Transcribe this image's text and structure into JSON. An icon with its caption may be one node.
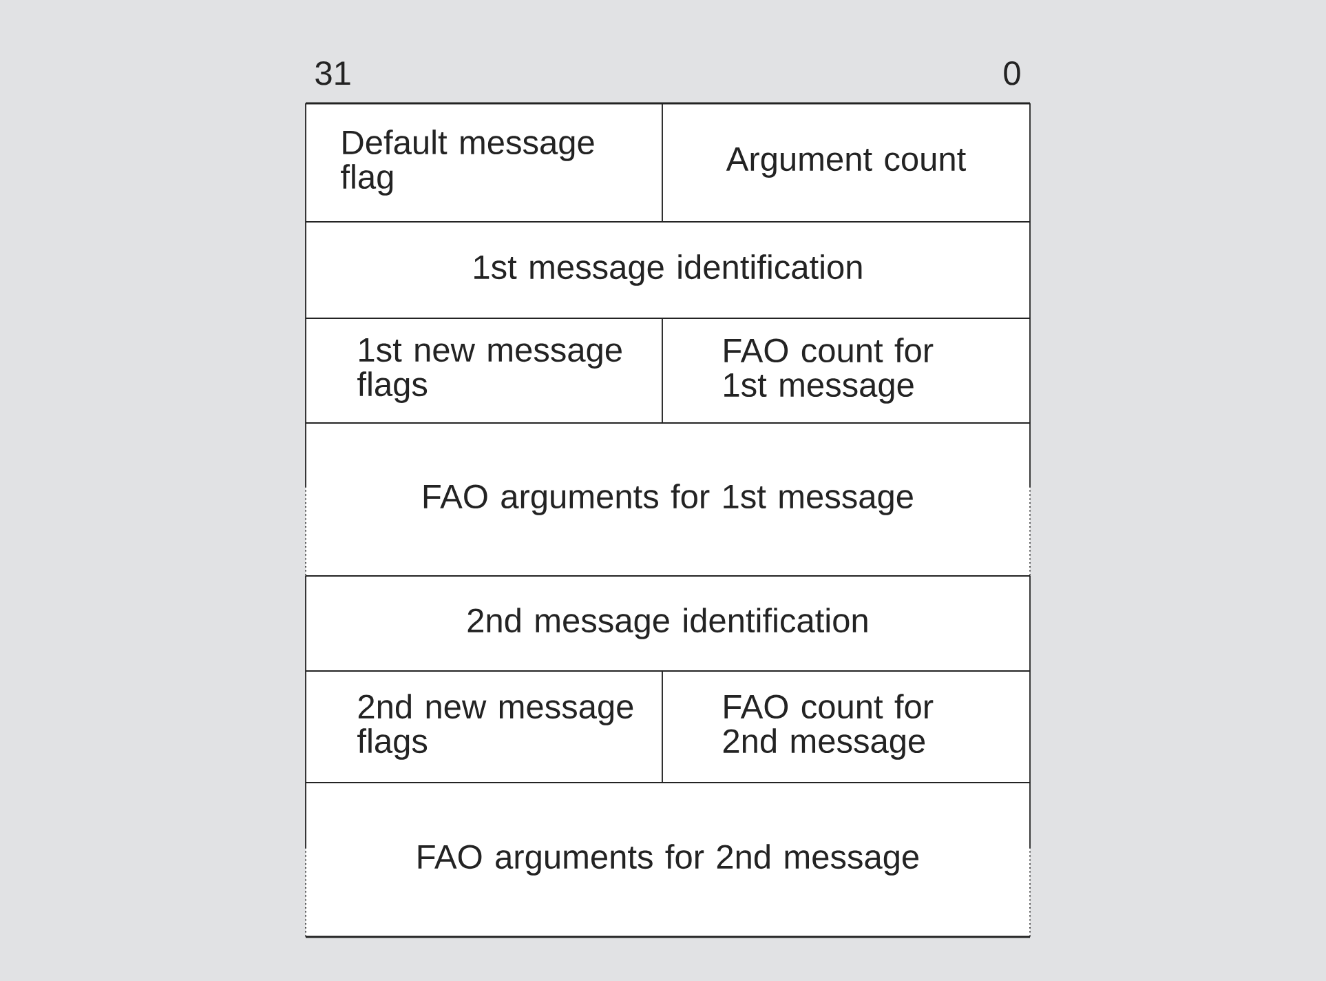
{
  "diagram": {
    "nodes": [
      {
        "text": [
          "Default message flag"
        ]
      },
      {
        "text": [
          "Argument count"
        ]
      },
      {
        "text": [
          "1st message identification"
        ]
      },
      {
        "text": [
          "1st new message flags"
        ]
      },
      {
        "text": [
          "FAO count for 1st message"
        ]
      },
      {
        "text": [
          "FAO arguments for 1st message"
        ]
      },
      {
        "text": [
          "2nd message identification"
        ]
      },
      {
        "text": [
          "2nd new message flags"
        ]
      },
      {
        "text": [
          "FAO count for 2nd message"
        ]
      },
      {
        "text": [
          "FAO arguments for 2nd message"
        ]
      }
    ],
    "labels": [
      "31",
      "0"
    ]
  }
}
